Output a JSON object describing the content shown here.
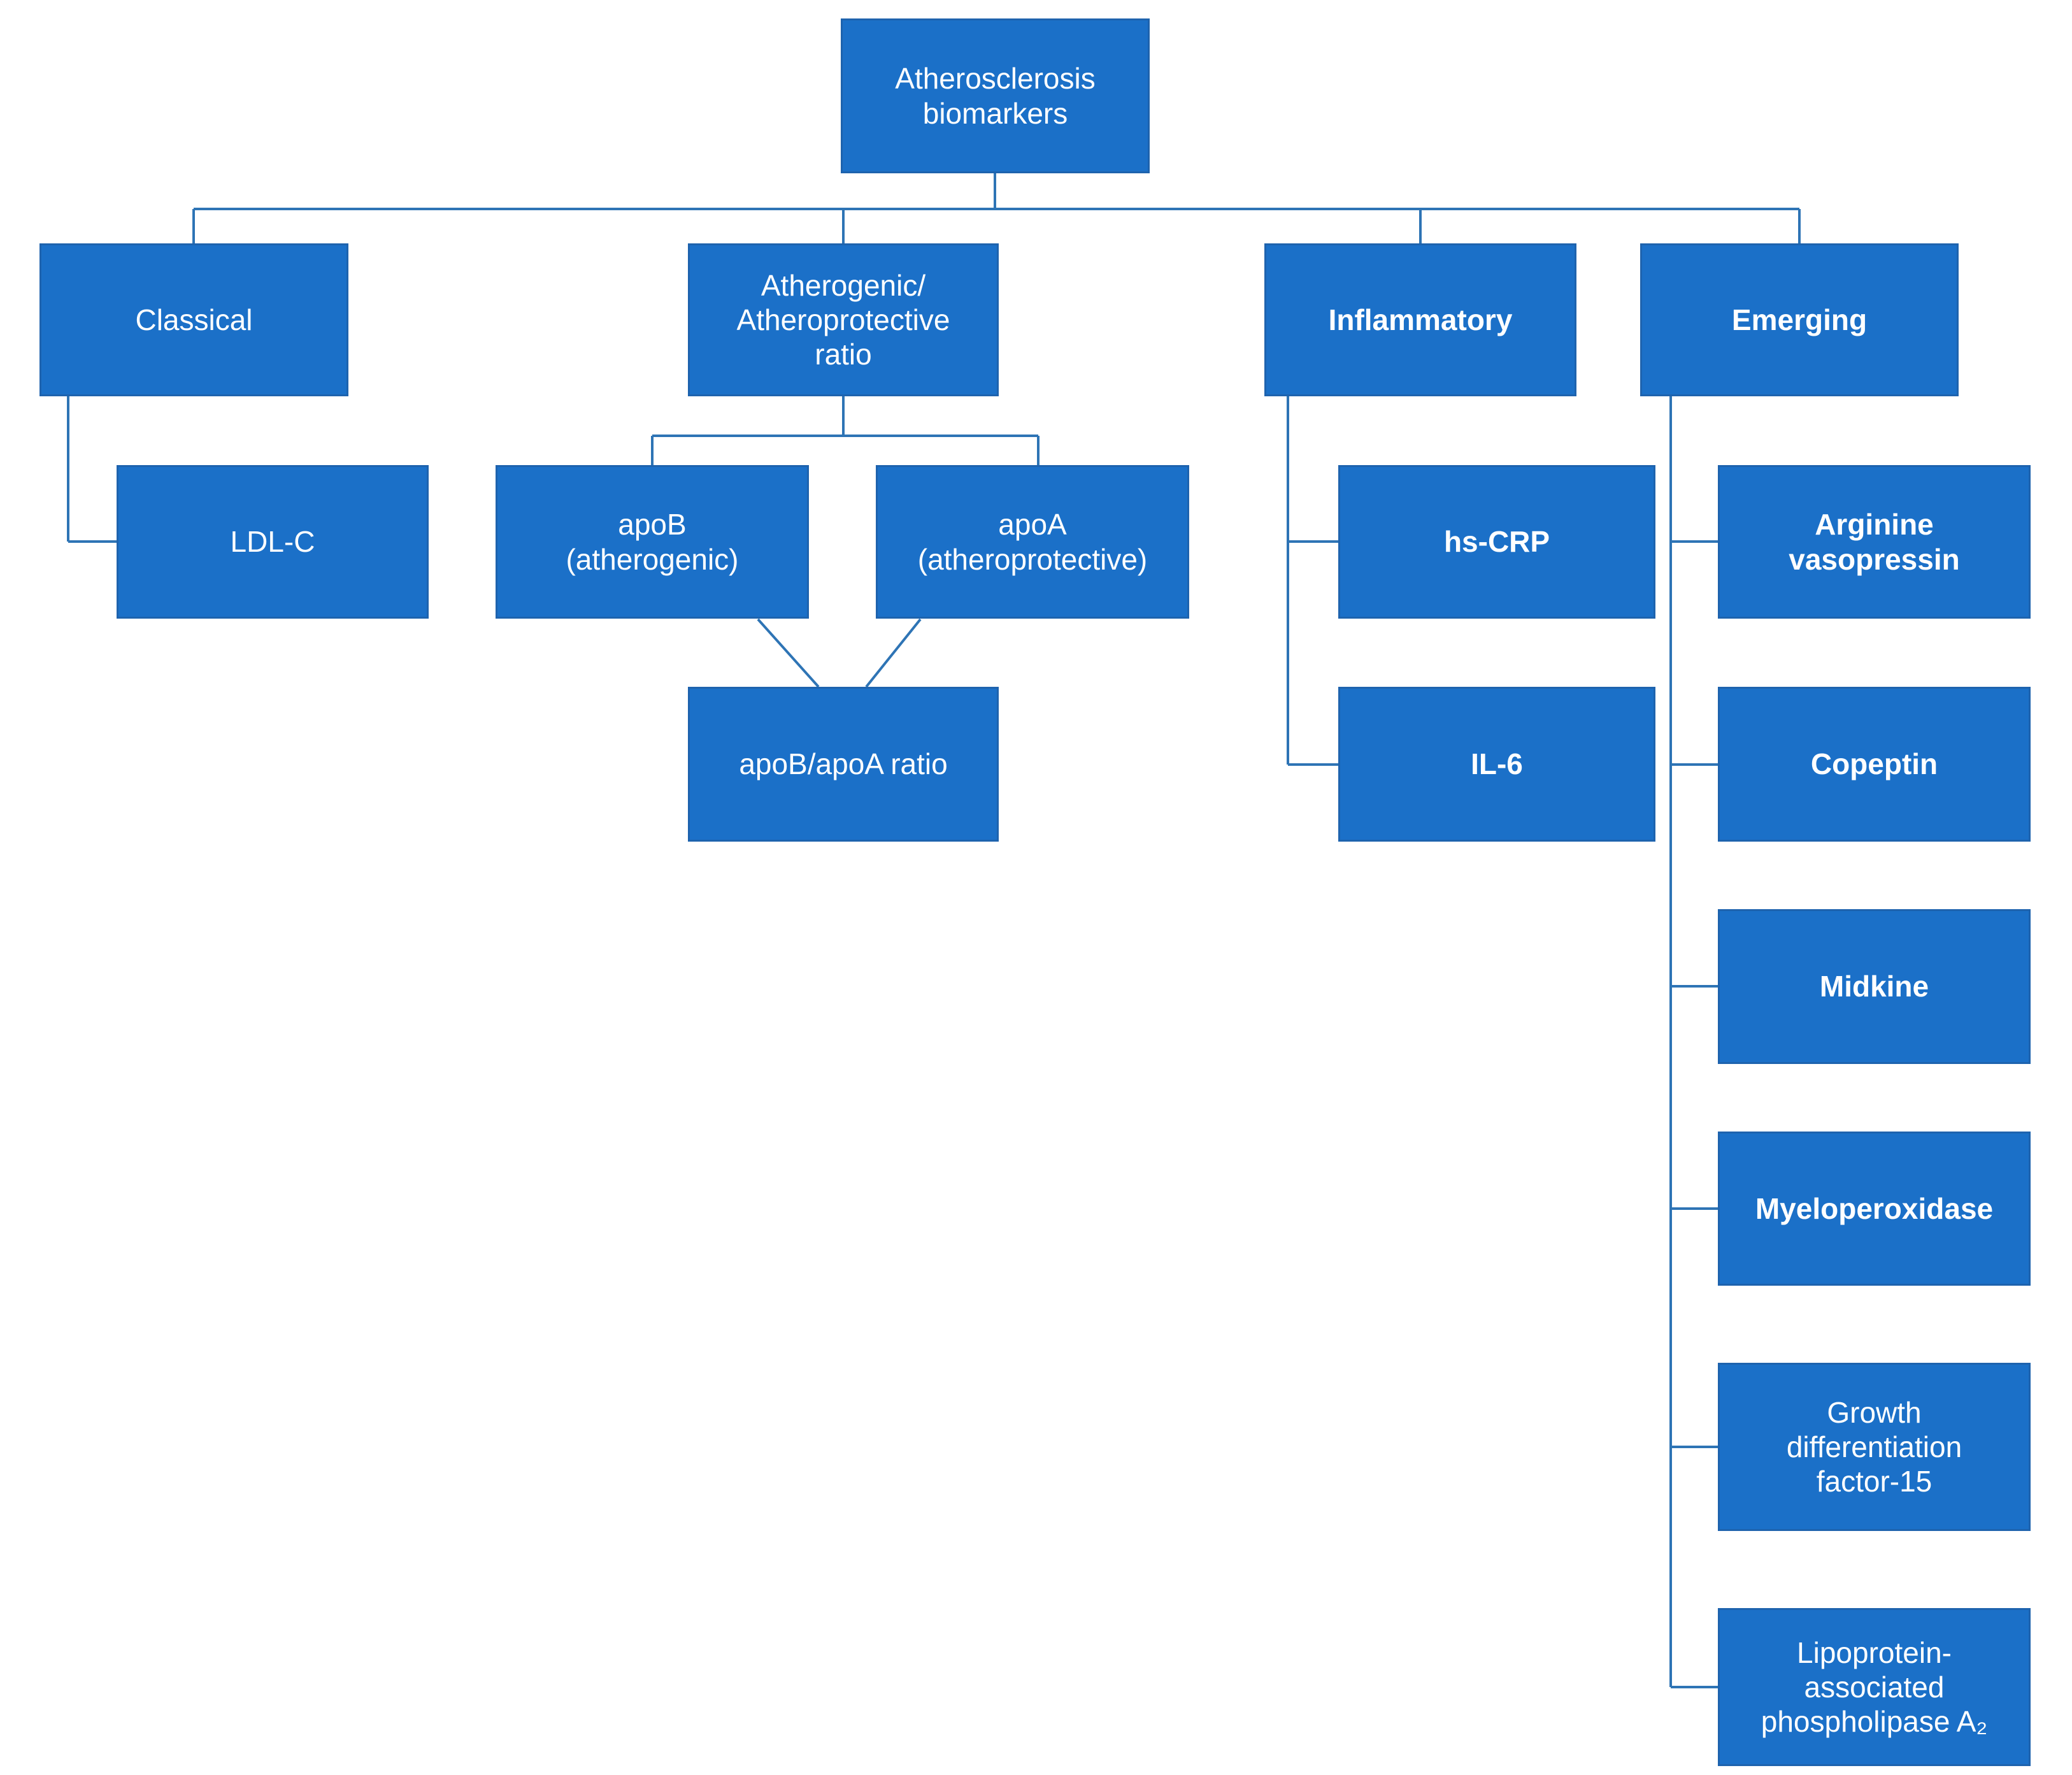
{
  "diagram": {
    "title": "Atherosclerosis biomarkers hierarchy",
    "nodes": {
      "root": "Atherosclerosis\nbiomarkers",
      "classical": "Classical",
      "ratio": "Atherogenic/\nAtheroprotective\nratio",
      "inflammatory": "Inflammatory",
      "emerging": "Emerging",
      "ldlc": "LDL-C",
      "apob": "apoB\n(atherogenic)",
      "apoa": "apoA\n(atheroprotective)",
      "apob_apoa_ratio": "apoB/apoA ratio",
      "hscrp": "hs-CRP",
      "il6": "IL-6",
      "arginine": "Arginine\nvasopressin",
      "copeptin": "Copeptin",
      "midkine": "Midkine",
      "myeloperoxidase": "Myeloperoxidase",
      "gdf15": "Growth\ndifferentiation\nfactor-15",
      "lppla2": "Lipoprotein-\nassociated\nphospholipase A₂"
    },
    "hierarchy": {
      "Atherosclerosis biomarkers": {
        "Classical": [
          "LDL-C"
        ],
        "Atherogenic/Atheroprotective ratio": [
          "apoB (atherogenic)",
          "apoA (atheroprotective)",
          "apoB/apoA ratio"
        ],
        "Inflammatory": [
          "hs-CRP",
          "IL-6"
        ],
        "Emerging": [
          "Arginine vasopressin",
          "Copeptin",
          "Midkine",
          "Myeloperoxidase",
          "Growth differentiation factor-15",
          "Lipoprotein-associated phospholipase A₂"
        ]
      }
    }
  },
  "colors": {
    "box_fill": "#1B70C8",
    "box_border": "#1E63AE",
    "connector": "#2E74B5",
    "text": "#FFFFFF",
    "background": "#FFFFFF"
  }
}
